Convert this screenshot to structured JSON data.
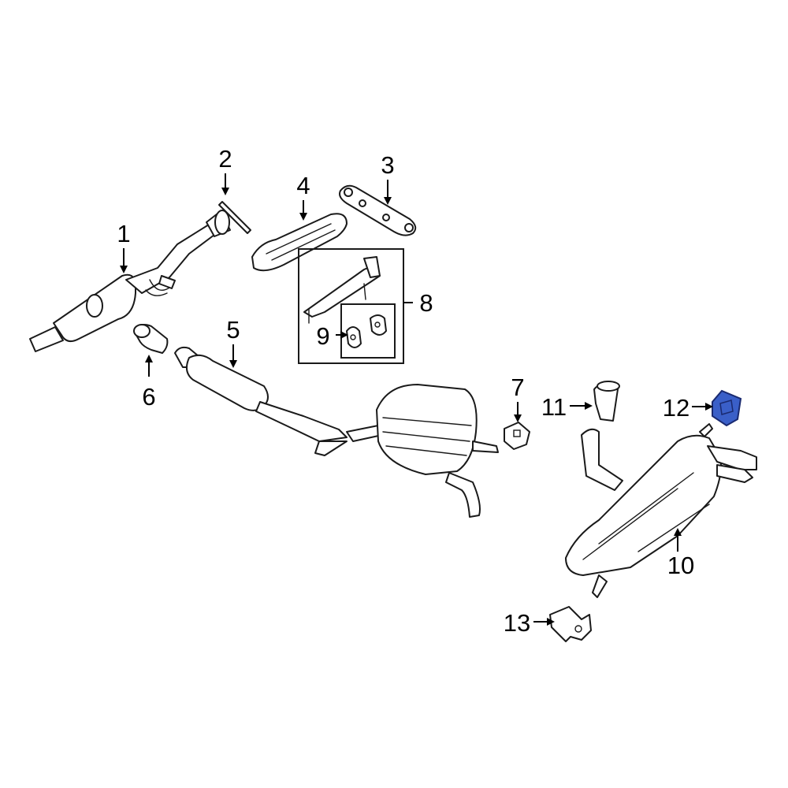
{
  "colors": {
    "highlight": "#3a5fc8",
    "line": "#1a1a1a"
  },
  "callouts": {
    "c1": "1",
    "c2": "2",
    "c3": "3",
    "c4": "4",
    "c5": "5",
    "c6": "6",
    "c7": "7",
    "c8": "8",
    "c9": "9",
    "c10": "10",
    "c11": "11",
    "c12": "12",
    "c13": "13"
  },
  "highlighted_part": "12"
}
